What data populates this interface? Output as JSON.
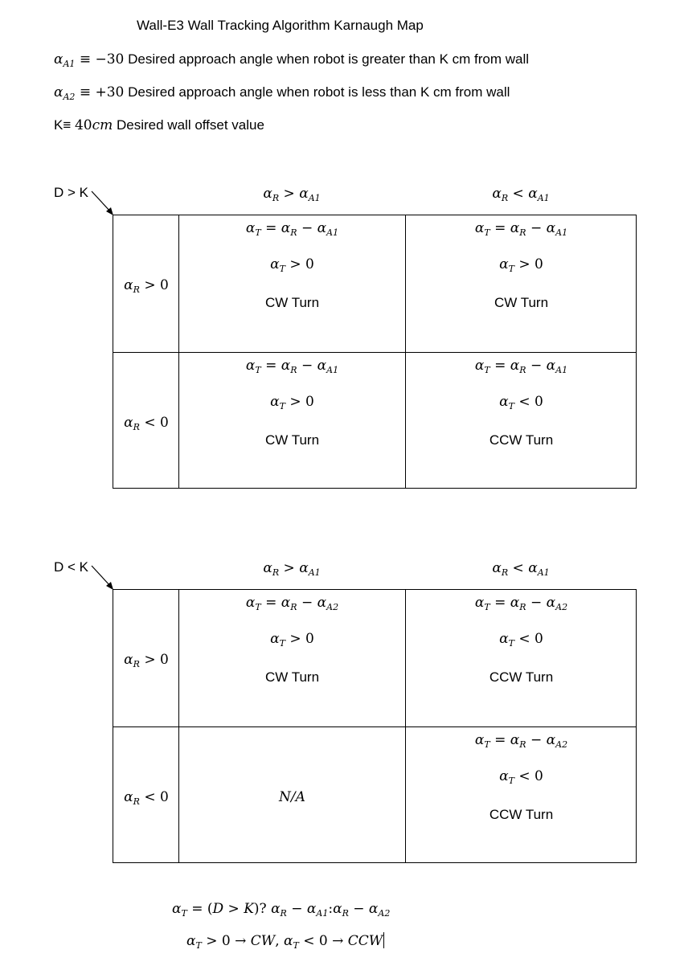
{
  "title": "Wall-E3 Wall Tracking Algorithm Karnaugh Map",
  "definitions": [
    {
      "lhs_sym": "α",
      "lhs_sub": "A1",
      "op": " ≡ ",
      "value": "−30",
      "text": " Desired approach angle when robot is greater than K cm from wall"
    },
    {
      "lhs_sym": "α",
      "lhs_sub": "A2",
      "op": " ≡ ",
      "value": "+30",
      "text": " Desired approach angle when robot is less than K cm from wall"
    },
    {
      "lhs_text": "K≡ ",
      "value": "40",
      "unit": "cm",
      "text": " Desired wall offset value"
    }
  ],
  "maps": [
    {
      "label": "D > K",
      "col_headers": [
        {
          "lhs": "α",
          "lhs_sub": "R",
          "op": " > ",
          "rhs": "α",
          "rhs_sub": "A1"
        },
        {
          "lhs": "α",
          "lhs_sub": "R",
          "op": " < ",
          "rhs": "α",
          "rhs_sub": "A1"
        }
      ],
      "row_headers": [
        {
          "sym": "α",
          "sub": "R",
          "op": " > ",
          "val": "0"
        },
        {
          "sym": "α",
          "sub": "R",
          "op": " < ",
          "val": "0"
        }
      ],
      "cells": [
        [
          {
            "eq_a": "α",
            "eq_a_sub": "T",
            "eq_b": "α",
            "eq_b_sub": "R",
            "eq_c": "α",
            "eq_c_sub": "A1",
            "sign": " > ",
            "turn": "CW Turn"
          },
          {
            "eq_a": "α",
            "eq_a_sub": "T",
            "eq_b": "α",
            "eq_b_sub": "R",
            "eq_c": "α",
            "eq_c_sub": "A1",
            "sign": " > ",
            "turn": "CW Turn"
          }
        ],
        [
          {
            "eq_a": "α",
            "eq_a_sub": "T",
            "eq_b": "α",
            "eq_b_sub": "R",
            "eq_c": "α",
            "eq_c_sub": "A1",
            "sign": " > ",
            "turn": "CW Turn"
          },
          {
            "eq_a": "α",
            "eq_a_sub": "T",
            "eq_b": "α",
            "eq_b_sub": "R",
            "eq_c": "α",
            "eq_c_sub": "A1",
            "sign": " < ",
            "turn": "CCW Turn"
          }
        ]
      ]
    },
    {
      "label": "D < K",
      "col_headers": [
        {
          "lhs": "α",
          "lhs_sub": "R",
          "op": " > ",
          "rhs": "α",
          "rhs_sub": "A1"
        },
        {
          "lhs": "α",
          "lhs_sub": "R",
          "op": " < ",
          "rhs": "α",
          "rhs_sub": "A1"
        }
      ],
      "row_headers": [
        {
          "sym": "α",
          "sub": "R",
          "op": " > ",
          "val": "0"
        },
        {
          "sym": "α",
          "sub": "R",
          "op": " < ",
          "val": "0"
        }
      ],
      "cells": [
        [
          {
            "eq_a": "α",
            "eq_a_sub": "T",
            "eq_b": "α",
            "eq_b_sub": "R",
            "eq_c": "α",
            "eq_c_sub": "A2",
            "sign": " > ",
            "turn": "CW Turn"
          },
          {
            "eq_a": "α",
            "eq_a_sub": "T",
            "eq_b": "α",
            "eq_b_sub": "R",
            "eq_c": "α",
            "eq_c_sub": "A2",
            "sign": " < ",
            "turn": "CCW Turn"
          }
        ],
        [
          {
            "na": "N/A"
          },
          {
            "eq_a": "α",
            "eq_a_sub": "T",
            "eq_b": "α",
            "eq_b_sub": "R",
            "eq_c": "α",
            "eq_c_sub": "A2",
            "sign": " < ",
            "turn": "CCW Turn"
          }
        ]
      ]
    }
  ],
  "common": {
    "eq": " = ",
    "minus": " − ",
    "zero": "0",
    "alpha": "α",
    "sub_T": "T",
    "sub_R": "R",
    "sub_A1": "A1",
    "sub_A2": "A2"
  },
  "formula1": {
    "lhs": "α",
    "lhs_sub": "T",
    "eq": " = (",
    "cond": "D > K",
    "q": ")? ",
    "a": "α",
    "a_sub": "R",
    "m1": " − ",
    "b": "α",
    "b_sub": "A1",
    "colon": ":",
    "c": "α",
    "c_sub": "R",
    "m2": " − ",
    "d": "α",
    "d_sub": "A2"
  },
  "formula2": {
    "a": "α",
    "a_sub": "T",
    "p1": " > 0 → ",
    "cw": "CW",
    "comma": ", ",
    "b": "α",
    "b_sub": "T",
    "p2": " < 0 → ",
    "ccw": "CCW"
  }
}
